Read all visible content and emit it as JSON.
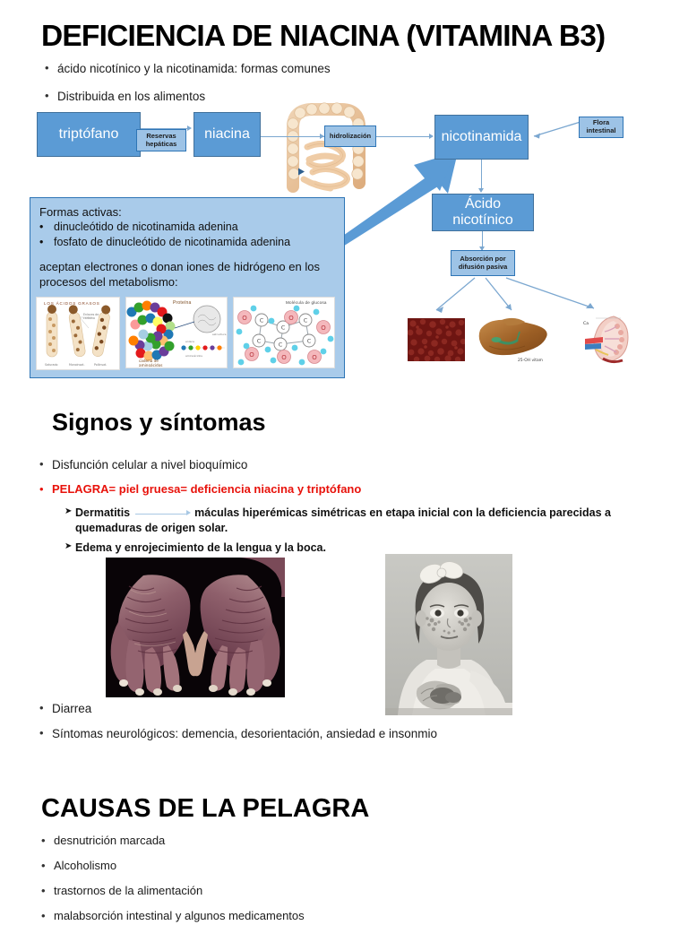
{
  "slide1": {
    "title": "DEFICIENCIA DE NIACINA (VITAMINA B3)",
    "bullets": [
      "ácido nicotínico y la nicotinamida: formas comunes",
      "Distribuida en los alimentos"
    ],
    "flow": {
      "triptofano": "triptófano",
      "niacina": "niacina",
      "nicotinamida": "nicotinamida",
      "acido_nicotinico": "Ácido nicotínico",
      "reservas_hepaticas": "Reservas hepáticas",
      "hidrolizacion": "hidrolización",
      "flora_intestinal": "Flora intestinal",
      "absorcion": "Absorción por difusión pasiva"
    },
    "panel": {
      "heading": "Formas activas:",
      "items": [
        "dinucleótido de nicotinamida adenina",
        "fosfato de dinucleótido de nicotinamida adenina"
      ],
      "paragraph": "aceptan electrones o donan iones de hidrógeno en los procesos del metabolismo:",
      "images": [
        {
          "name": "fatty-acids-diagram",
          "caption": "LOS ÁCIDOS GRASOS"
        },
        {
          "name": "protein-chain-diagram",
          "caption": "Proteína"
        },
        {
          "name": "glucose-molecule-diagram",
          "caption": "Molécula de glucosa"
        }
      ]
    },
    "organs": [
      {
        "name": "blood-tissue-image",
        "caption": ""
      },
      {
        "name": "liver-image",
        "caption": "25-OH vitam"
      },
      {
        "name": "kidney-image",
        "caption": "Ca"
      }
    ]
  },
  "slide2": {
    "title": "Signos y síntomas",
    "bullets": [
      "Disfunción celular a nivel bioquímico"
    ],
    "pelagra": "PELAGRA= piel gruesa= deficiencia niacina y triptófano",
    "sub_items": {
      "dermatitis_label": "Dermatitis",
      "dermatitis_text": "máculas hiperémicas simétricas en etapa inicial con la deficiencia parecidas a quemaduras de origen solar.",
      "edema": "Edema y enrojecimiento de la lengua y la boca."
    },
    "images": [
      {
        "name": "pellagra-hands-photo"
      },
      {
        "name": "pellagra-child-photo"
      }
    ],
    "bullets2": [
      "Diarrea",
      "Síntomas neurológicos: demencia, desorientación, ansiedad e insonmio"
    ]
  },
  "slide3": {
    "title": "CAUSAS DE LA PELAGRA",
    "bullets": [
      "desnutrición marcada",
      "Alcoholismo",
      "trastornos de la alimentación",
      "malabsorción intestinal y algunos medicamentos"
    ]
  },
  "colors": {
    "box_fill": "#5B9BD5",
    "box_border": "#41719C",
    "mini_fill": "#9DC3E6",
    "panel_fill": "#A9CBEA",
    "connector": "#7BA7D0",
    "pelagra_red": "#E8120B"
  }
}
